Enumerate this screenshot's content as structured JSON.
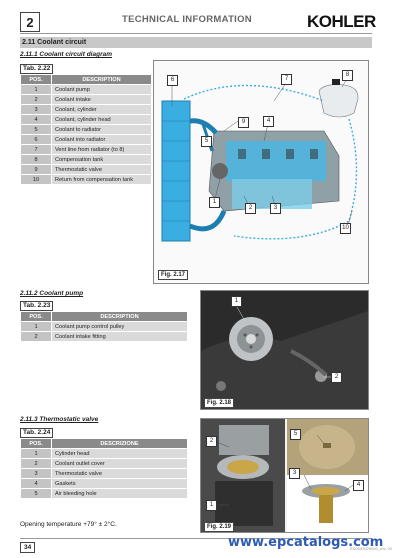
{
  "header": {
    "chapter": "2",
    "title": "TECHNICAL INFORMATION",
    "brand": "KOHLER"
  },
  "section": {
    "title": "2.11 Coolant circuit"
  },
  "s1": {
    "title": "2.11.1   Coolant circuit diagram",
    "table_label": "Tab. 2.22",
    "columns": [
      "POS.",
      "DESCRIPTION"
    ],
    "rows": [
      [
        "1",
        "Coolant pump"
      ],
      [
        "2",
        "Coolant intake"
      ],
      [
        "3",
        "Coolant, cylinder"
      ],
      [
        "4",
        "Coolant, cylinder head"
      ],
      [
        "5",
        "Coolant to radiator"
      ],
      [
        "6",
        "Coolant into radiator"
      ],
      [
        "7",
        "Vent line from radiator (to 8)"
      ],
      [
        "8",
        "Compensation tank"
      ],
      [
        "9",
        "Thermostatic valve"
      ],
      [
        "10",
        "Return from compensation tank"
      ]
    ],
    "figure_label": "Fig. 2.17",
    "callouts": [
      "1",
      "2",
      "3",
      "4",
      "5",
      "6",
      "7",
      "8",
      "9",
      "10"
    ]
  },
  "s2": {
    "title": "2.11.2   Coolant pump",
    "table_label": "Tab. 2.23",
    "columns": [
      "POS.",
      "DESCRIPTION"
    ],
    "rows": [
      [
        "1",
        "Coolant pump control pulley"
      ],
      [
        "2",
        "Coolant intake fitting"
      ]
    ],
    "figure_label": "Fig. 2.18",
    "callouts": [
      "1",
      "2"
    ]
  },
  "s3": {
    "title": "2.11.3   Thermostatic valve",
    "table_label": "Tab. 2.24",
    "columns": [
      "POS.",
      "DESCRIZIONE"
    ],
    "rows": [
      [
        "1",
        "Cylinder head"
      ],
      [
        "2",
        "Coolant outlet cover"
      ],
      [
        "3",
        "Thermostatic valve"
      ],
      [
        "4",
        "Gaskets"
      ],
      [
        "5",
        "Air bleeding hole"
      ]
    ],
    "note": "Opening temperature +79° ± 2°C.",
    "figure_label": "Fig. 2.19",
    "callouts": [
      "1",
      "2",
      "3",
      "4",
      "5"
    ]
  },
  "footer": {
    "page": "34",
    "watermark": "www.epcatalogs.com",
    "code": "ED0053029050_rev. 00"
  }
}
